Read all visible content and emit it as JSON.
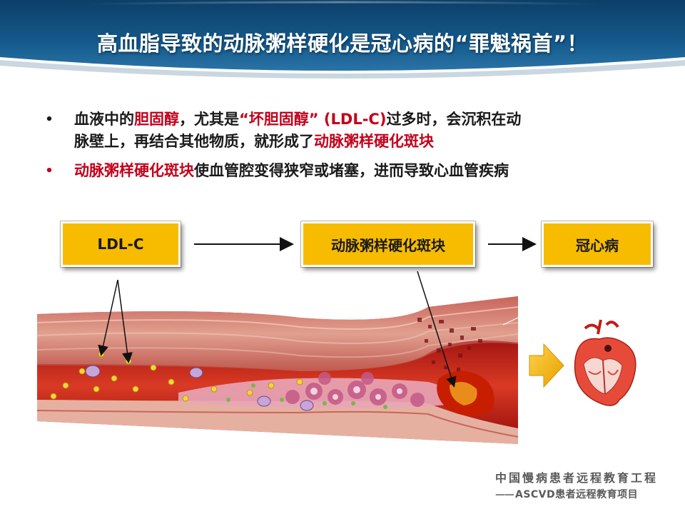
{
  "slide": {
    "title": "高血脂导致的动脉粥样硬化是冠心病的“罪魁祸首”！",
    "bullets": [
      {
        "marker": "•",
        "line1": [
          {
            "text": "血液中的",
            "red": false
          },
          {
            "text": "胆固醇",
            "red": true
          },
          {
            "text": "，尤其是",
            "red": false
          },
          {
            "text": "“坏胆固醇” (LDL-C)",
            "red": true
          },
          {
            "text": "过多时，会沉积在动",
            "red": false
          }
        ],
        "line2": [
          {
            "text": "脉壁上，再结合其他物质，就形成了",
            "red": false
          },
          {
            "text": "动脉粥样硬化斑块",
            "red": true
          }
        ]
      },
      {
        "marker": "•",
        "marker_red": true,
        "line1": [
          {
            "text": "动脉粥样硬化斑块",
            "red": true
          },
          {
            "text": "使血管腔变得狭窄或堵塞，进而导致心血管疾病",
            "red": false
          }
        ]
      }
    ],
    "flow": {
      "box1": "LDL-C",
      "box2": "动脉粥样硬化斑块",
      "box3": "冠心病"
    },
    "colors": {
      "accent_red": "#c3001b",
      "box_yellow": "#f7bc00",
      "header_blue": "#0f4e7d"
    },
    "footer": {
      "line1": "中国慢病患者远程教育工程",
      "line2_dash": "——",
      "line2": "ASCVD患者远程教育项目"
    }
  }
}
